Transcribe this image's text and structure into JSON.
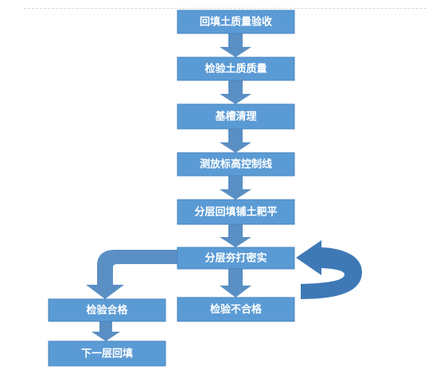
{
  "steps": {
    "backfill_soil_acceptance": "回填土质量验收",
    "inspect_soil_quality": "检验土质质量",
    "foundation_trench_clearing": "基槽清理",
    "survey_elevation_line": "测放标高控制线",
    "layered_fill_leveling": "分层回填铺土耙平",
    "layered_ramming_compaction": "分层夯打密实",
    "inspection_passed": "检验合格",
    "inspection_failed": "检验不合格",
    "next_layer_backfill": "下一层回填"
  },
  "colors": {
    "box_fill": "#5b9bd5",
    "arrow_fill": "#5a8fc4",
    "loop_arrow_fill": "#3f79b5",
    "text": "#ffffff"
  }
}
